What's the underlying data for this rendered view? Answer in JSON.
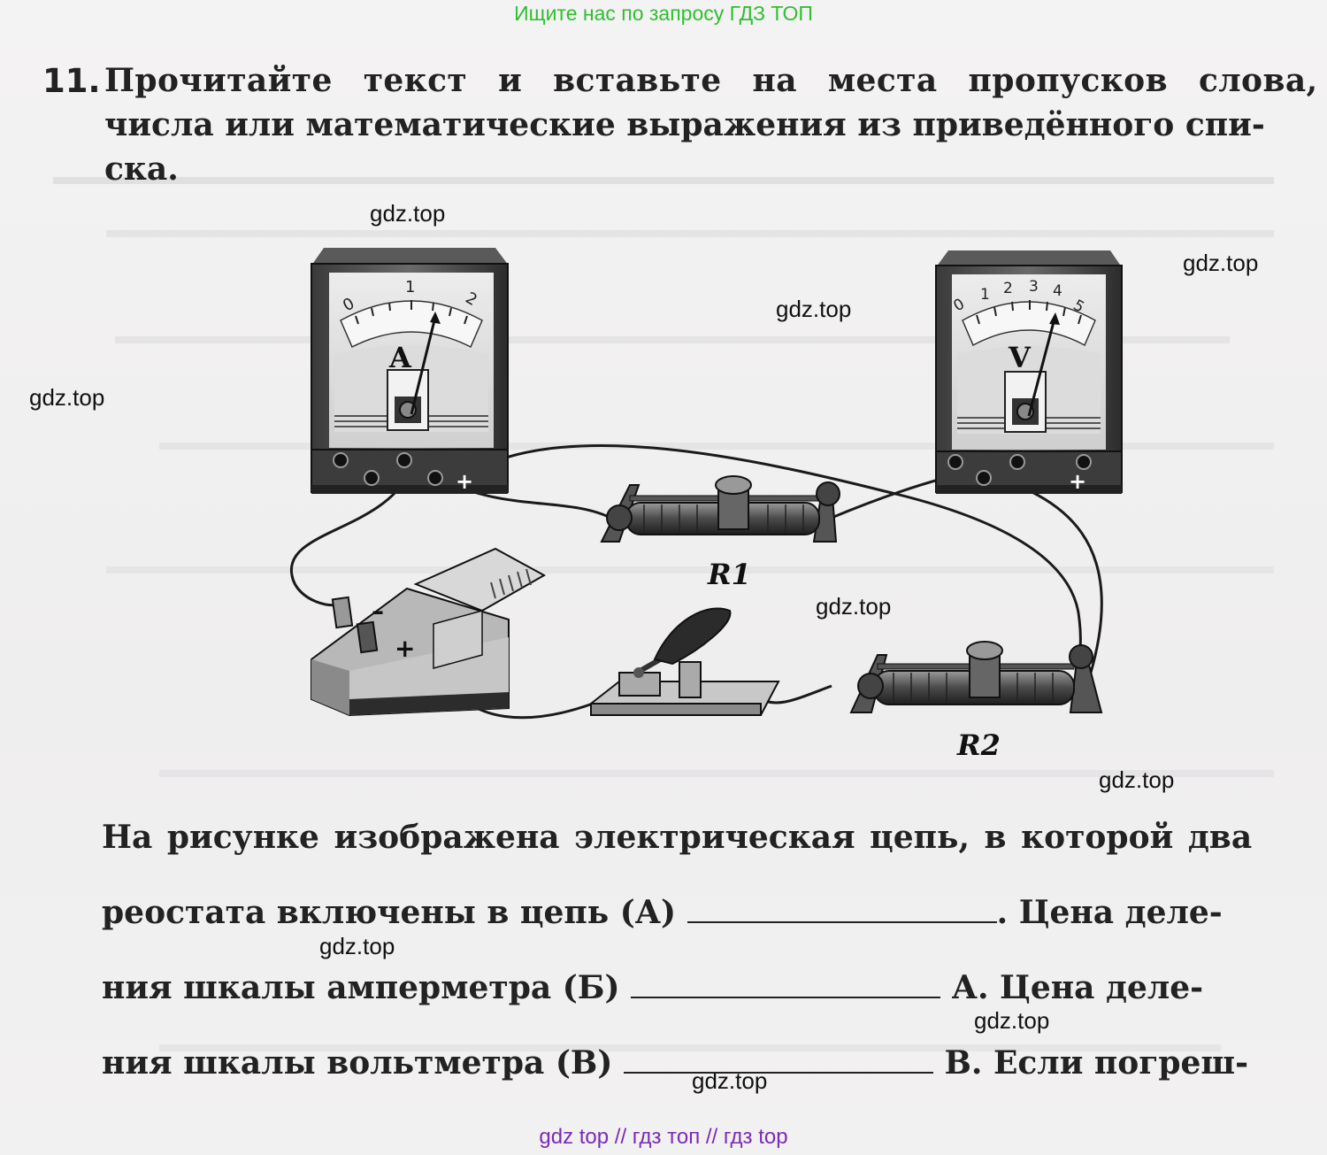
{
  "banner": "Ищите нас по запросу ГДЗ ТОП",
  "task": {
    "number": "11.",
    "lines": [
      "Прочитайте текст и вставьте на места пропусков слова,",
      "числа или математические выражения из приведённого спи-",
      "ска."
    ]
  },
  "figure": {
    "ammeter_letter": "A",
    "ammeter_scale": [
      "0",
      "1",
      "2"
    ],
    "voltmeter_letter": "V",
    "voltmeter_scale": [
      "0",
      "1",
      "2",
      "3",
      "4",
      "5"
    ],
    "plus_sign": "+",
    "minus_sign": "–",
    "rheostat1_label": "R1",
    "rheostat2_label": "R2"
  },
  "paragraph": {
    "line1": "На рисунке изображена электрическая цепь, в которой два",
    "line2_a": "реостата включены в цепь (А)",
    "line2_b": ". Цена деле-",
    "line3_a": "ния шкалы амперметра (Б)",
    "line3_b": "А. Цена деле-",
    "line4_a": "ния шкалы вольтметра (В)",
    "line4_b": "В. Если погреш-"
  },
  "watermark": "gdz.top",
  "footer": "gdz top  //  гдз топ  //  гдз top",
  "colors": {
    "banner": "#2fbf2f",
    "footer": "#7b2bb8",
    "text": "#222222"
  }
}
